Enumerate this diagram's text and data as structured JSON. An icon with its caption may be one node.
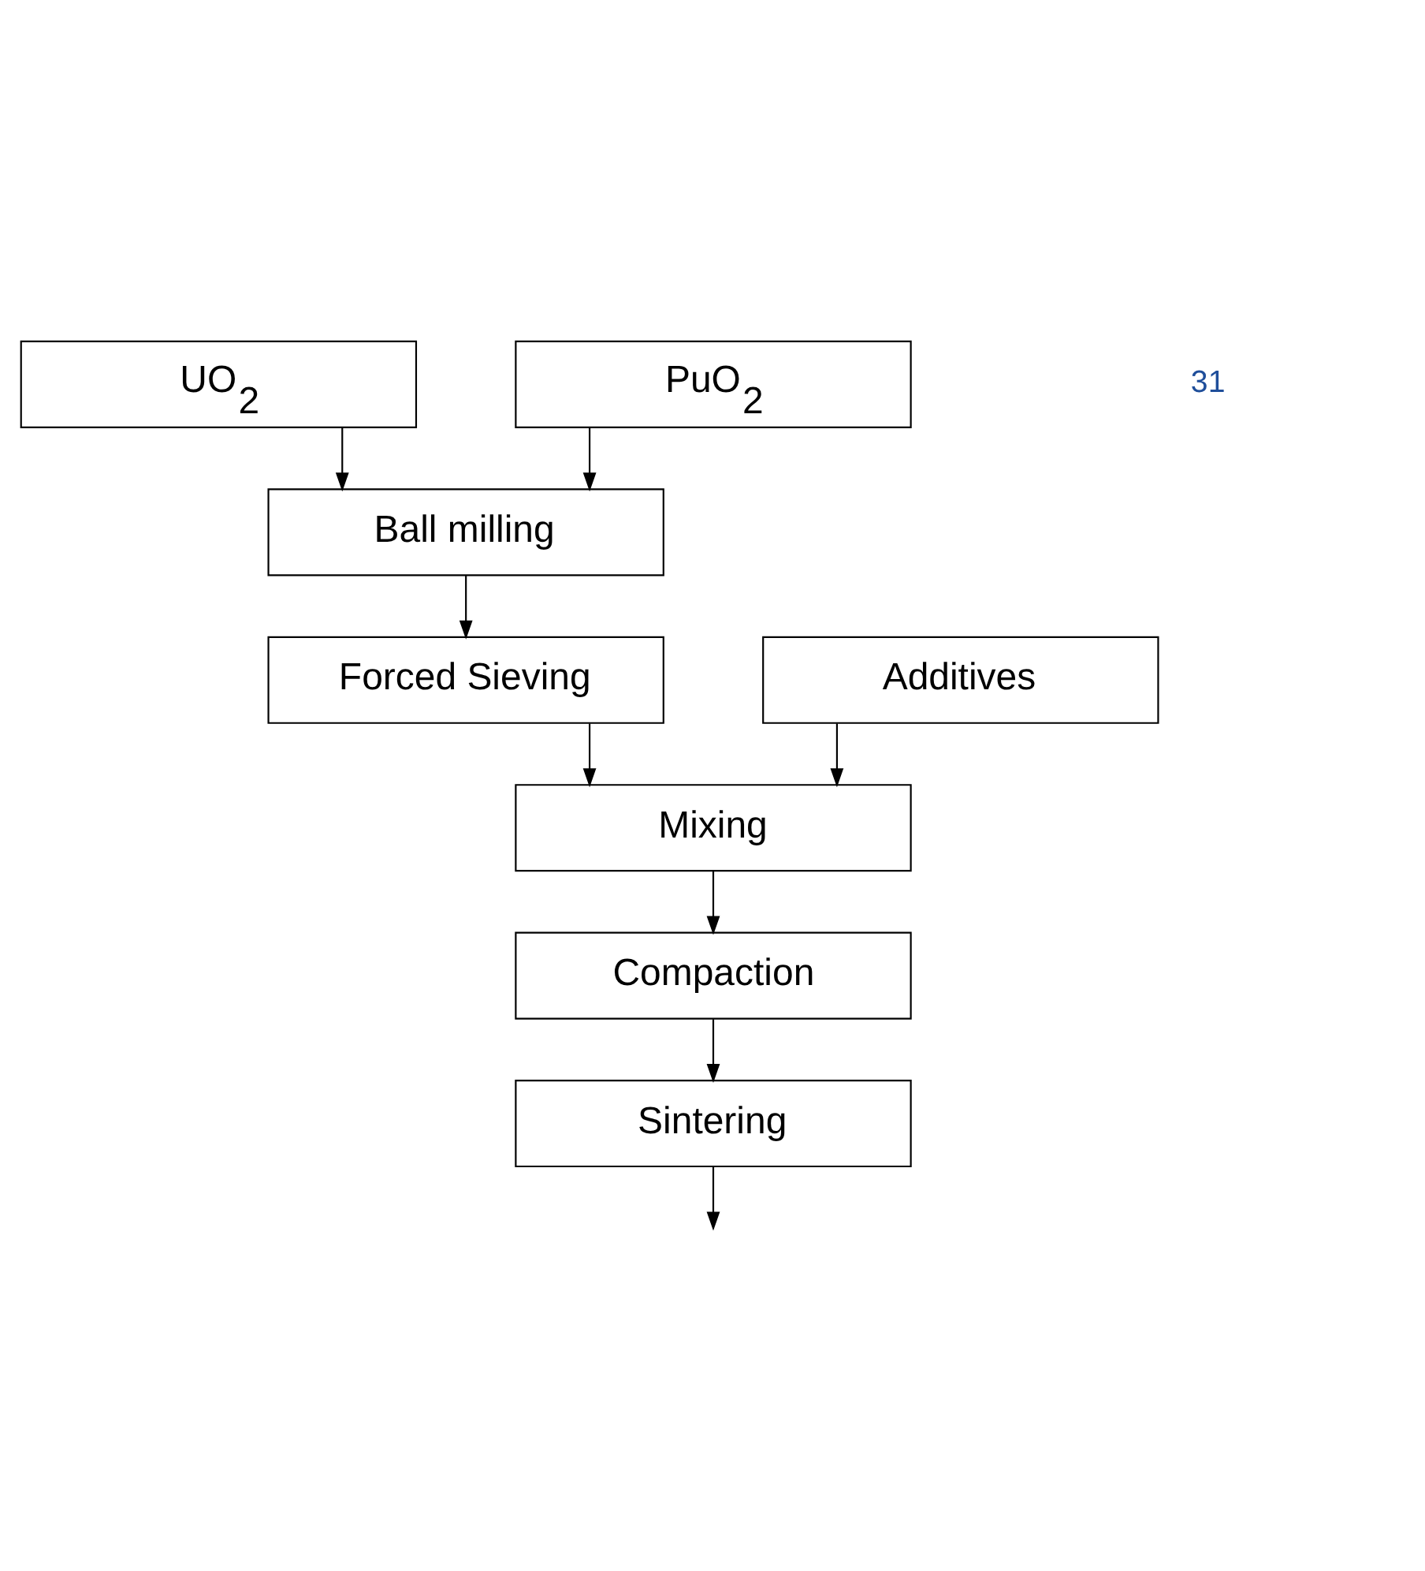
{
  "diagram": {
    "nodes": [
      {
        "text": [
          "UO$_{2}$"
        ]
      },
      {
        "text": [
          "PuO$_{2}$"
        ]
      },
      {
        "text": [
          "Ball milling"
        ]
      },
      {
        "text": [
          "Forced Sieving"
        ]
      },
      {
        "text": [
          "Additives"
        ]
      },
      {
        "text": [
          "Mixing"
        ]
      },
      {
        "text": [
          "Compaction"
        ]
      },
      {
        "text": [
          "Sintering"
        ]
      }
    ],
    "edges": [
      {
        "from": 0,
        "to": 2,
        "arrow": "to"
      },
      {
        "from": 1,
        "to": 2,
        "arrow": "to"
      },
      {
        "from": 2,
        "to": 3,
        "arrow": "to"
      },
      {
        "from": 3,
        "to": 5,
        "arrow": "to"
      },
      {
        "from": 4,
        "to": 5,
        "arrow": "to"
      },
      {
        "from": 5,
        "to": 6,
        "arrow": "to"
      },
      {
        "from": 6,
        "to": 7,
        "arrow": "to"
      },
      {
        "from": 7,
        "to": null,
        "arrow": "to"
      }
    ],
    "labels": [
      "31"
    ]
  }
}
